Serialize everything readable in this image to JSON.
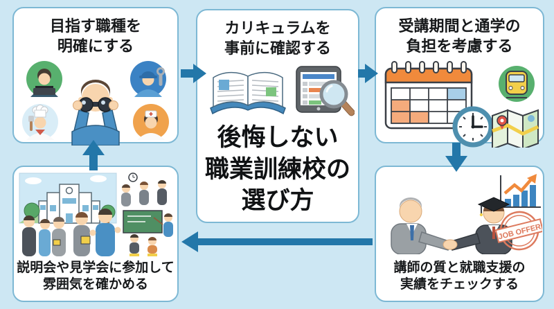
{
  "page": {
    "background_color": "#cde7f3",
    "box_border_color": "#7db8d4",
    "text_color": "#17191b",
    "title": {
      "lines": [
        "後悔しない",
        "職業訓練校の",
        "選び方"
      ]
    }
  },
  "steps": [
    {
      "name": "clarify-target-job",
      "lines": [
        "目指す職種を",
        "明確にする"
      ],
      "icons": [
        "binoculars-person-icon",
        "programmer-icon",
        "mechanic-icon",
        "chef-icon",
        "nurse-icon"
      ]
    },
    {
      "name": "check-curriculum",
      "lines": [
        "カリキュラムを",
        "事前に確認する"
      ],
      "icons": [
        "open-book-icon",
        "tablet-checklist-icon",
        "magnifier-icon"
      ]
    },
    {
      "name": "consider-period-and-commute",
      "lines": [
        "受講期間と通学の",
        "負担を考慮する"
      ],
      "icons": [
        "calendar-icon",
        "clock-icon",
        "train-icon",
        "map-icon"
      ]
    },
    {
      "name": "check-instructors-and-job-support",
      "lines": [
        "講師の質と就職支援の",
        "実績をチェックする"
      ],
      "icons": [
        "handshake-figures-icon",
        "growth-chart-icon",
        "job-offer-stamp-icon"
      ],
      "stamp_text": "JOB OFFER"
    },
    {
      "name": "attend-info-sessions",
      "lines": [
        "説明会や見学会に参加して",
        "雰囲気を確かめる"
      ],
      "icons": [
        "school-building-icon",
        "info-session-figures-icon",
        "visitors-figures-icon",
        "classroom-icon"
      ]
    }
  ],
  "flow": {
    "arrow_color": "#2377a9",
    "arrows": [
      "step1-to-step2-right",
      "step2-to-step3-right",
      "step3-to-step4-down",
      "step4-to-step5-left",
      "step5-to-step1-up"
    ]
  },
  "accent_colors": {
    "illustration_green": "#58b06e",
    "illustration_blue": "#3b82c4",
    "illustration_orange": "#f08a3c",
    "stamp_red": "#dd7a5e",
    "chart_bar_blue": "#3d85c0"
  }
}
